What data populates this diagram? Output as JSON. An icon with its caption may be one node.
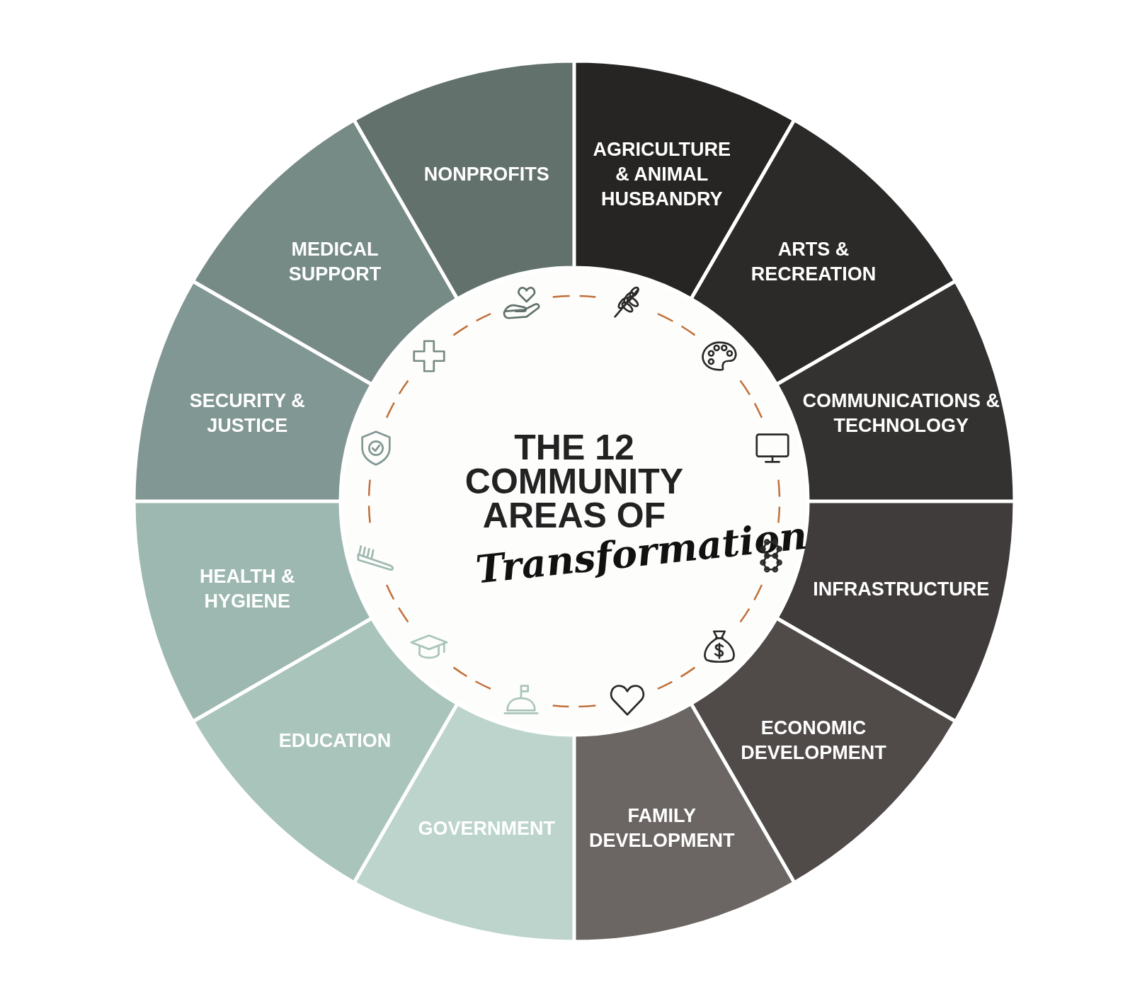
{
  "diagram": {
    "nodes": [
      {
        "text": [
          "AGRICULTURE & ANIMAL HUSBANDRY"
        ]
      },
      {
        "text": [
          "ARTS & RECREATION"
        ]
      },
      {
        "text": [
          "COMMUNICATIONS & TECHNOLOGY"
        ]
      },
      {
        "text": [
          "INFRASTRUCTURE"
        ]
      },
      {
        "text": [
          "ECONOMIC DEVELOPMENT"
        ]
      },
      {
        "text": [
          "FAMILY DEVELOPMENT"
        ]
      },
      {
        "text": [
          "GOVERNMENT"
        ]
      },
      {
        "text": [
          "EDUCATION"
        ]
      },
      {
        "text": [
          "HEALTH & HYGIENE"
        ]
      },
      {
        "text": [
          "SECURITY & JUSTICE"
        ]
      },
      {
        "text": [
          "MEDICAL SUPPORT"
        ]
      },
      {
        "text": [
          "NONPROFITS"
        ]
      },
      {
        "text": [
          "THE 12 COMMUNITY AREAS OF",
          "Transformation"
        ]
      }
    ],
    "edges": []
  }
}
